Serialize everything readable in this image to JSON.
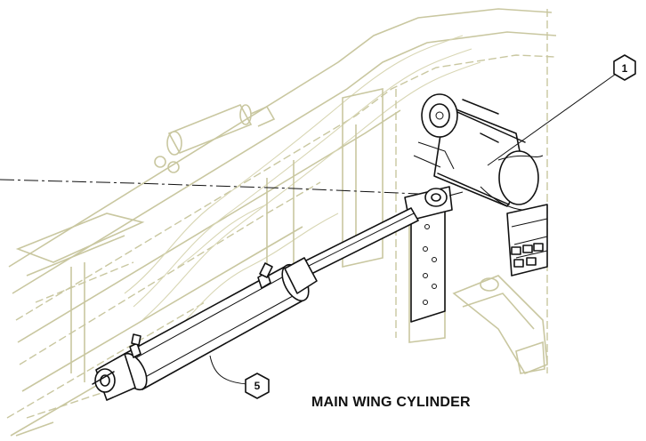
{
  "diagram": {
    "caption": "MAIN WING CYLINDER",
    "callouts": [
      {
        "id": "callout-1",
        "label": "1"
      },
      {
        "id": "callout-5",
        "label": "5"
      }
    ],
    "colors": {
      "ghost_lines": "#c9c7a0",
      "ink": "#111111",
      "background": "#ffffff"
    }
  }
}
